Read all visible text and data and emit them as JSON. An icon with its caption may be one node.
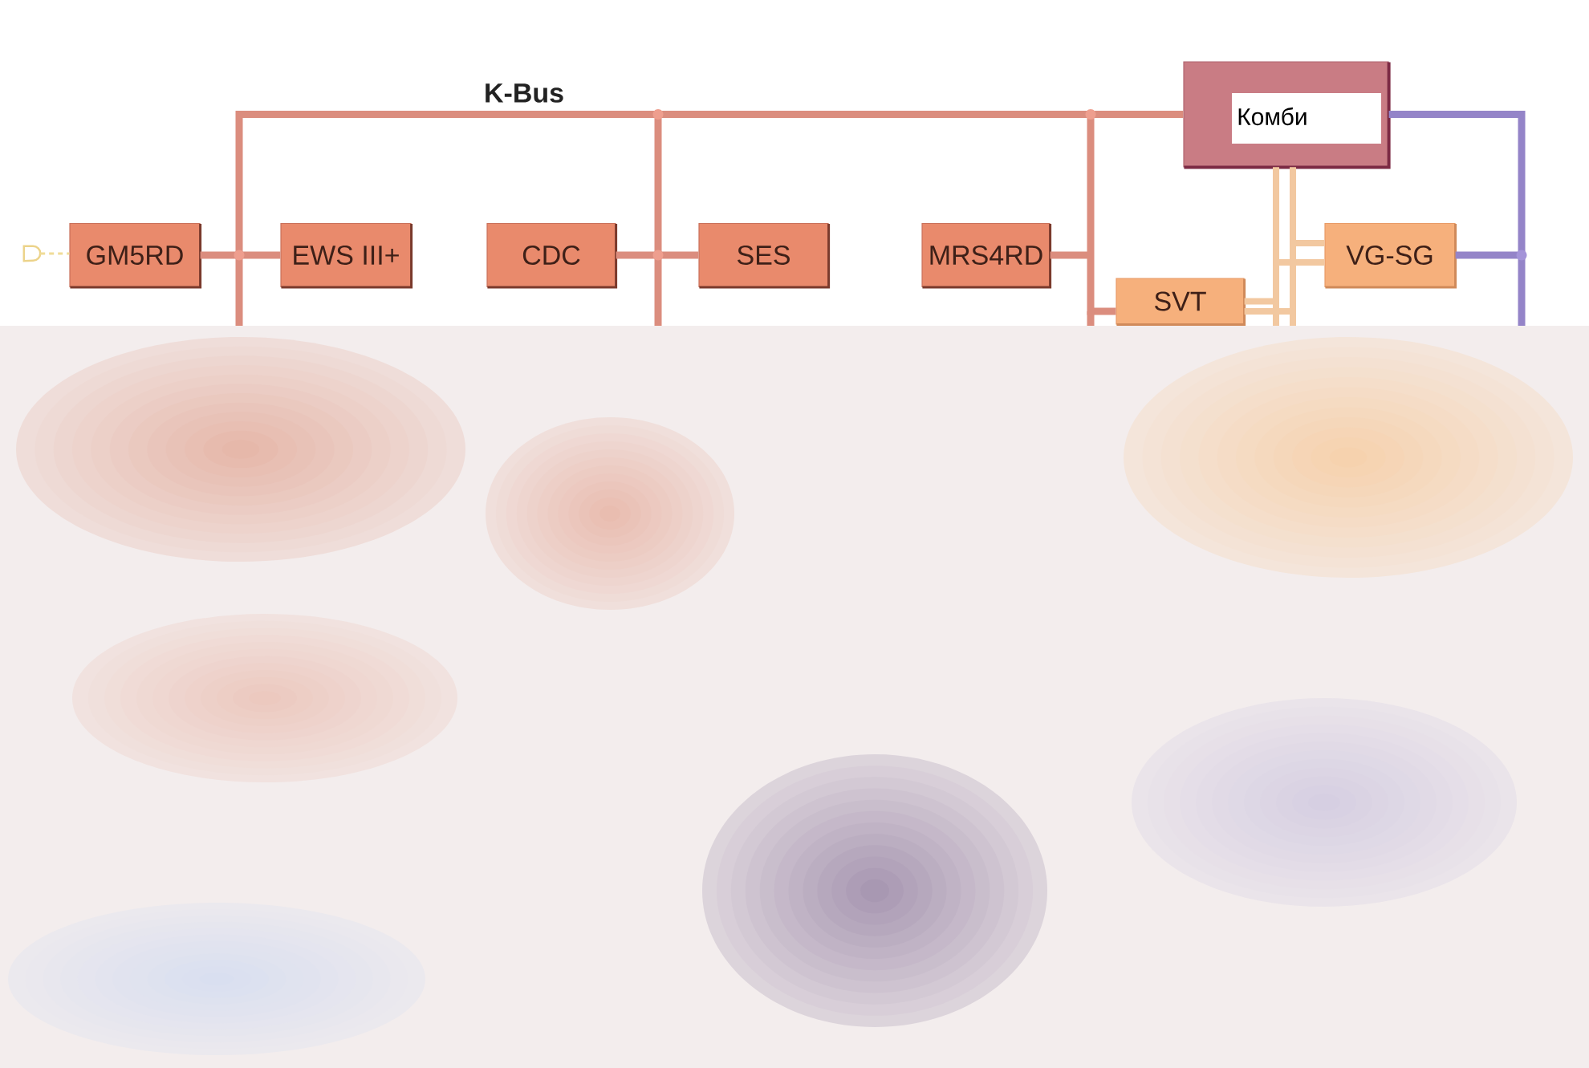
{
  "diagram": {
    "nodes": [
      {
        "text": [
          "Комби"
        ]
      },
      {
        "text": [],
        "shape": "picture"
      },
      {
        "text": [
          "GM5RD"
        ]
      },
      {
        "text": [
          "EWS III+"
        ]
      },
      {
        "text": [
          "CDC"
        ]
      },
      {
        "text": [
          "SES"
        ]
      },
      {
        "text": [
          "MRS4RD"
        ]
      },
      {
        "text": [
          "VG-SG"
        ]
      },
      {
        "text": [
          "SVT"
        ]
      }
    ],
    "edges": [
      {
        "from": 1,
        "to": 2,
        "arrow": "none",
        "style": "dashed",
        "color": "#f0dc98"
      },
      {
        "from": 0,
        "to": 2,
        "arrow": "none"
      },
      {
        "from": 0,
        "to": 3,
        "arrow": "none"
      },
      {
        "from": 0,
        "to": 4,
        "arrow": "none"
      },
      {
        "from": 0,
        "to": 5,
        "arrow": "none"
      },
      {
        "from": 0,
        "to": 6,
        "arrow": "none"
      },
      {
        "from": 0,
        "to": 8,
        "arrow": "none"
      },
      {
        "from": 0,
        "to": 7,
        "arrow": "none",
        "color": "#f2c8a0"
      },
      {
        "from": 0,
        "to": 7,
        "arrow": "none",
        "color": "#f2c8a0"
      },
      {
        "from": 0,
        "to": 8,
        "arrow": "none",
        "color": "#f2c8a0"
      },
      {
        "from": 0,
        "to": 8,
        "arrow": "none",
        "color": "#f2c8a0"
      },
      {
        "from": 0,
        "to": 7,
        "arrow": "none",
        "color": "#9484c8"
      }
    ],
    "labels": [
      "K-Bus"
    ]
  }
}
